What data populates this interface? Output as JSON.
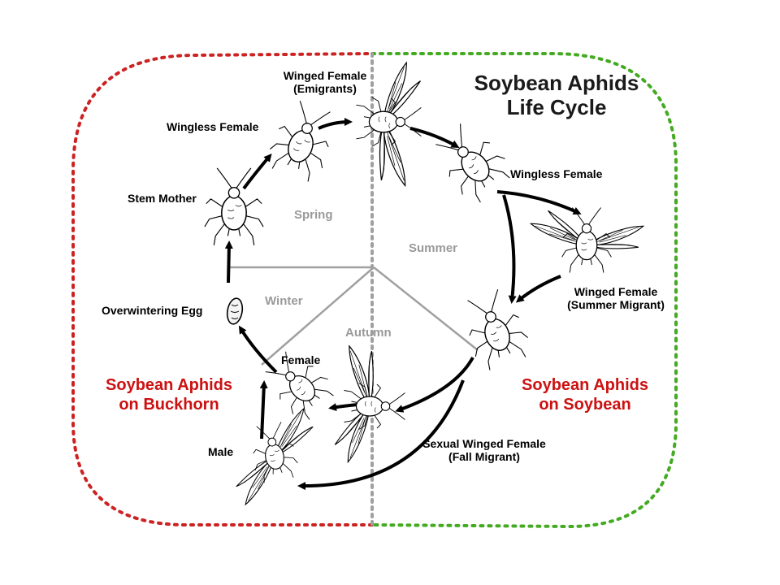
{
  "title": {
    "line1": "Soybean Aphids",
    "line2": "Life Cycle"
  },
  "seasons": {
    "spring": "Spring",
    "summer": "Summer",
    "winter": "Winter",
    "autumn": "Autumn"
  },
  "stages": {
    "winged_emigrant": {
      "line1": "Winged Female",
      "line2": "(Emigrants)"
    },
    "wingless_spring": "Wingless Female",
    "stem_mother": "Stem Mother",
    "wingless_summer": "Wingless Female",
    "summer_migrant": {
      "line1": "Winged Female",
      "line2": "(Summer Migrant)"
    },
    "overwintering_egg": "Overwintering Egg",
    "female": "Female",
    "male": "Male",
    "fall_migrant": {
      "line1": "Sexual Winged Female",
      "line2": "(Fall Migrant)"
    }
  },
  "hosts": {
    "buckhorn": {
      "line1": "Soybean Aphids",
      "line2": "on Buckhorn"
    },
    "soybean": {
      "line1": "Soybean Aphids",
      "line2": "on Soybean"
    }
  },
  "colors": {
    "buckhorn_border": "#cc2222",
    "soybean_border": "#44aa22",
    "host_text": "#cc1111",
    "season_text": "#9a9a9a",
    "cycle_line": "#000000",
    "divider": "#a0a0a0"
  }
}
